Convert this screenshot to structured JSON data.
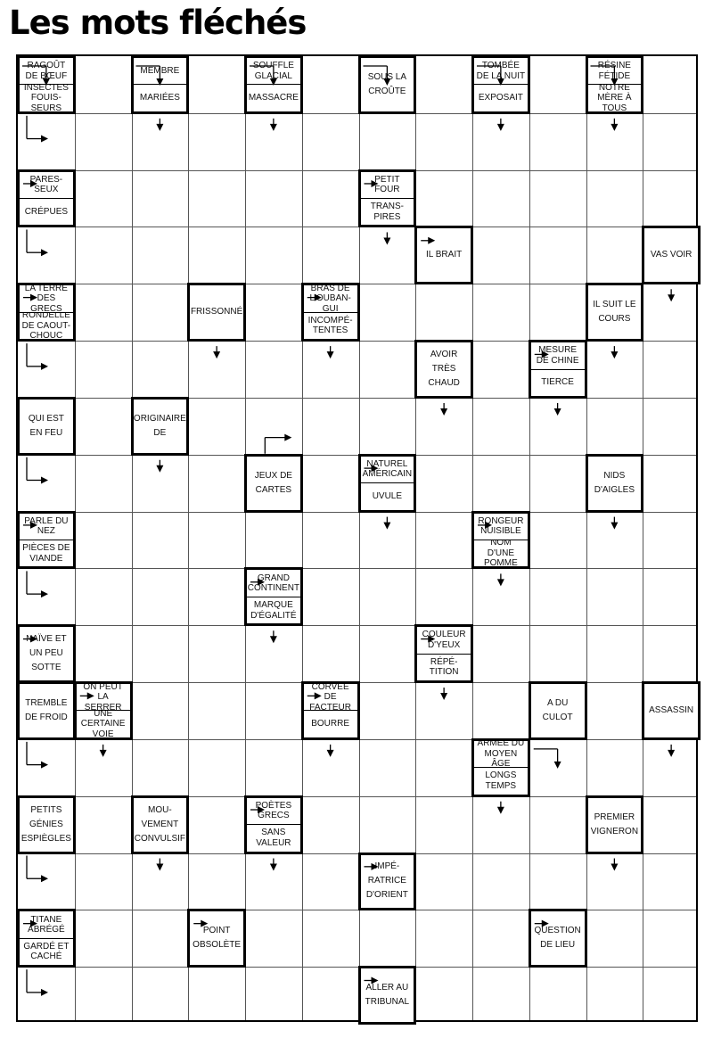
{
  "title": "Les mots fléchés",
  "grid": {
    "cols": 12,
    "rows": 17
  },
  "clues": [
    {
      "c": 0,
      "r": 0,
      "top": "RAGOÛT DE BŒUF",
      "bottom": "INSECTES FOUIS-SEURS"
    },
    {
      "c": 2,
      "r": 0,
      "top": "MEMBRE",
      "bottom": "MARIÉES"
    },
    {
      "c": 4,
      "r": 0,
      "top": "SOUFFLE GLACIAL",
      "bottom": "MASSACRE"
    },
    {
      "c": 6,
      "r": 0,
      "text": "SOUS LA CROÛTE"
    },
    {
      "c": 8,
      "r": 0,
      "top": "TOMBÉE DE LA NUIT",
      "bottom": "EXPOSAIT"
    },
    {
      "c": 10,
      "r": 0,
      "top": "RÉSINE FÉTIDE",
      "bottom": "NOTRE MÈRE À TOUS"
    },
    {
      "c": 0,
      "r": 2,
      "top": "PARES-SEUX",
      "bottom": "CRÉPUES"
    },
    {
      "c": 6,
      "r": 2,
      "top": "PETIT FOUR",
      "bottom": "TRANS-PIRES"
    },
    {
      "c": 7,
      "r": 3,
      "text": "IL BRAIT"
    },
    {
      "c": 11,
      "r": 3,
      "text": "VAS VOIR"
    },
    {
      "c": 0,
      "r": 4,
      "top": "LA TERRE DES GRECS",
      "bottom": "RONDELLE DE CAOUT-CHOUC"
    },
    {
      "c": 3,
      "r": 4,
      "text": "FRISSONNÉ"
    },
    {
      "c": 5,
      "r": 4,
      "top": "BRAS DE L'OUBAN-GUI",
      "bottom": "INCOMPÉ-TENTES"
    },
    {
      "c": 10,
      "r": 4,
      "text": "IL SUIT LE COURS"
    },
    {
      "c": 7,
      "r": 5,
      "text": "AVOIR TRÈS CHAUD"
    },
    {
      "c": 9,
      "r": 5,
      "top": "MESURE DE CHINE",
      "bottom": "TIERCE"
    },
    {
      "c": 0,
      "r": 6,
      "text": "QUI EST EN FEU"
    },
    {
      "c": 2,
      "r": 6,
      "text": "ORIGINAIRE DE"
    },
    {
      "c": 4,
      "r": 7,
      "text": "JEUX DE CARTES"
    },
    {
      "c": 6,
      "r": 7,
      "top": "NATUREL AMÉRICAIN",
      "bottom": "UVULE"
    },
    {
      "c": 10,
      "r": 7,
      "text": "NIDS D'AIGLES"
    },
    {
      "c": 0,
      "r": 8,
      "top": "PARLE DU NEZ",
      "bottom": "PIÈCES DE VIANDE"
    },
    {
      "c": 8,
      "r": 8,
      "top": "RONGEUR NUISIBLE",
      "bottom": "NOM D'UNE POMME"
    },
    {
      "c": 4,
      "r": 9,
      "top": "GRAND CONTINENT",
      "bottom": "MARQUE D'ÉGALITÉ"
    },
    {
      "c": 0,
      "r": 10,
      "text": "NAÏVE ET UN PEU SOTTE"
    },
    {
      "c": 7,
      "r": 10,
      "top": "COULEUR D'YEUX",
      "bottom": "RÉPÉ-TITION"
    },
    {
      "c": 0,
      "r": 11,
      "text": "TREMBLE DE FROID"
    },
    {
      "c": 1,
      "r": 11,
      "top": "ON PEUT LA SERRER",
      "bottom": "UNE CERTAINE VOIE"
    },
    {
      "c": 5,
      "r": 11,
      "top": "CORVÉE DE FACTEUR",
      "bottom": "BOURRE"
    },
    {
      "c": 9,
      "r": 11,
      "text": "A DU CULOT"
    },
    {
      "c": 11,
      "r": 11,
      "text": "ASSASSIN"
    },
    {
      "c": 8,
      "r": 12,
      "top": "ARMÉE DU MOYEN ÂGE",
      "bottom": "LONGS TEMPS"
    },
    {
      "c": 0,
      "r": 13,
      "text": "PETITS GÉNIES ESPIÈGLES"
    },
    {
      "c": 2,
      "r": 13,
      "text": "MOU-VEMENT CONVULSIF"
    },
    {
      "c": 4,
      "r": 13,
      "top": "POÈTES GRECS",
      "bottom": "SANS VALEUR"
    },
    {
      "c": 10,
      "r": 13,
      "text": "PREMIER VIGNERON"
    },
    {
      "c": 6,
      "r": 14,
      "text": "IMPÉ-RATRICE D'ORIENT"
    },
    {
      "c": 0,
      "r": 15,
      "top": "TITANE ABRÉGÉ",
      "bottom": "GARDÉ ET CACHÉ"
    },
    {
      "c": 3,
      "r": 15,
      "text": "POINT OBSOLÈTE"
    },
    {
      "c": 9,
      "r": 15,
      "text": "QUESTION DE LIEU"
    },
    {
      "c": 6,
      "r": 16,
      "text": "ALLER AU TRIBUNAL"
    }
  ],
  "arrows": [
    {
      "c": 0,
      "r": 0,
      "type": "right-down"
    },
    {
      "c": 0,
      "r": 1,
      "type": "down-right"
    },
    {
      "c": 2,
      "r": 0,
      "type": "right-down"
    },
    {
      "c": 2,
      "r": 1,
      "type": "down"
    },
    {
      "c": 4,
      "r": 0,
      "type": "right-down"
    },
    {
      "c": 4,
      "r": 1,
      "type": "down"
    },
    {
      "c": 6,
      "r": 0,
      "type": "right-down"
    },
    {
      "c": 8,
      "r": 0,
      "type": "right-down"
    },
    {
      "c": 8,
      "r": 1,
      "type": "down"
    },
    {
      "c": 10,
      "r": 0,
      "type": "right-down"
    },
    {
      "c": 10,
      "r": 1,
      "type": "down"
    },
    {
      "c": 0,
      "r": 2,
      "type": "right"
    },
    {
      "c": 0,
      "r": 3,
      "type": "down-right"
    },
    {
      "c": 6,
      "r": 2,
      "type": "right"
    },
    {
      "c": 6,
      "r": 3,
      "type": "down"
    },
    {
      "c": 7,
      "r": 3,
      "type": "right"
    },
    {
      "c": 11,
      "r": 4,
      "type": "down"
    },
    {
      "c": 0,
      "r": 4,
      "type": "right"
    },
    {
      "c": 0,
      "r": 5,
      "type": "down-right"
    },
    {
      "c": 3,
      "r": 5,
      "type": "down"
    },
    {
      "c": 5,
      "r": 4,
      "type": "right"
    },
    {
      "c": 5,
      "r": 5,
      "type": "down"
    },
    {
      "c": 10,
      "r": 5,
      "type": "down"
    },
    {
      "c": 7,
      "r": 6,
      "type": "down"
    },
    {
      "c": 9,
      "r": 5,
      "type": "right"
    },
    {
      "c": 9,
      "r": 6,
      "type": "down"
    },
    {
      "c": 0,
      "r": 7,
      "type": "down-right"
    },
    {
      "c": 2,
      "r": 7,
      "type": "down"
    },
    {
      "c": 4,
      "r": 6,
      "type": "up-right"
    },
    {
      "c": 6,
      "r": 7,
      "type": "right"
    },
    {
      "c": 6,
      "r": 8,
      "type": "down"
    },
    {
      "c": 10,
      "r": 8,
      "type": "down"
    },
    {
      "c": 0,
      "r": 8,
      "type": "right"
    },
    {
      "c": 0,
      "r": 9,
      "type": "down-right"
    },
    {
      "c": 8,
      "r": 8,
      "type": "right"
    },
    {
      "c": 8,
      "r": 9,
      "type": "down"
    },
    {
      "c": 4,
      "r": 9,
      "type": "right"
    },
    {
      "c": 4,
      "r": 10,
      "type": "down"
    },
    {
      "c": 0,
      "r": 10,
      "type": "right"
    },
    {
      "c": 7,
      "r": 10,
      "type": "right"
    },
    {
      "c": 7,
      "r": 11,
      "type": "down"
    },
    {
      "c": 1,
      "r": 11,
      "type": "right"
    },
    {
      "c": 1,
      "r": 12,
      "type": "down"
    },
    {
      "c": 0,
      "r": 12,
      "type": "down-right"
    },
    {
      "c": 5,
      "r": 11,
      "type": "right"
    },
    {
      "c": 5,
      "r": 12,
      "type": "down"
    },
    {
      "c": 9,
      "r": 12,
      "type": "right-down"
    },
    {
      "c": 11,
      "r": 12,
      "type": "down"
    },
    {
      "c": 8,
      "r": 13,
      "type": "down"
    },
    {
      "c": 0,
      "r": 14,
      "type": "down-right"
    },
    {
      "c": 2,
      "r": 14,
      "type": "down"
    },
    {
      "c": 4,
      "r": 13,
      "type": "right"
    },
    {
      "c": 4,
      "r": 14,
      "type": "down"
    },
    {
      "c": 10,
      "r": 14,
      "type": "down"
    },
    {
      "c": 6,
      "r": 14,
      "type": "right"
    },
    {
      "c": 0,
      "r": 15,
      "type": "right"
    },
    {
      "c": 0,
      "r": 16,
      "type": "down-right"
    },
    {
      "c": 3,
      "r": 15,
      "type": "right"
    },
    {
      "c": 9,
      "r": 15,
      "type": "right"
    },
    {
      "c": 6,
      "r": 16,
      "type": "right"
    }
  ]
}
